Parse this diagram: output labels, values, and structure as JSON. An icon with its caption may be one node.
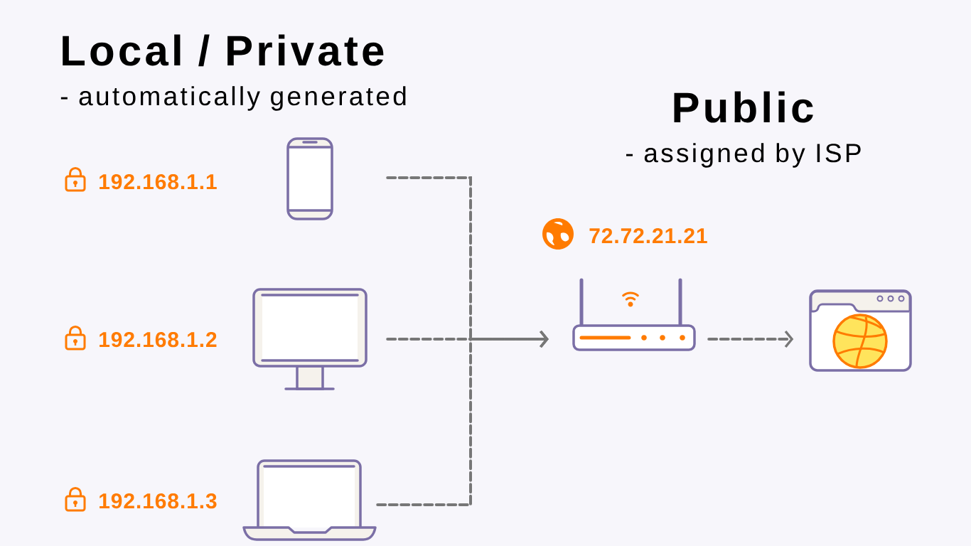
{
  "diagram": {
    "nodes": [
      {
        "text": [],
        "shape": "phone",
        "beside": [
          "192.168.1.1"
        ]
      },
      {
        "text": [],
        "shape": "monitor",
        "beside": [
          "192.168.1.2"
        ]
      },
      {
        "text": [],
        "shape": "laptop",
        "beside": [
          "192.168.1.3"
        ]
      },
      {
        "text": [],
        "shape": "router",
        "beside": [
          "72.72.21.21"
        ]
      },
      {
        "text": [],
        "shape": "browser"
      }
    ],
    "edges": [
      {
        "from": 0,
        "to": 3,
        "arrow": "to",
        "style": "dashed"
      },
      {
        "from": 1,
        "to": 3,
        "arrow": "to",
        "style": "dashed"
      },
      {
        "from": 2,
        "to": 3,
        "arrow": "to",
        "style": "dashed"
      },
      {
        "from": 3,
        "to": 4,
        "arrow": "to",
        "style": "dashed"
      }
    ],
    "labels": [
      "Local / Private",
      "- automatically generated",
      "Public",
      "- assigned by ISP"
    ]
  }
}
